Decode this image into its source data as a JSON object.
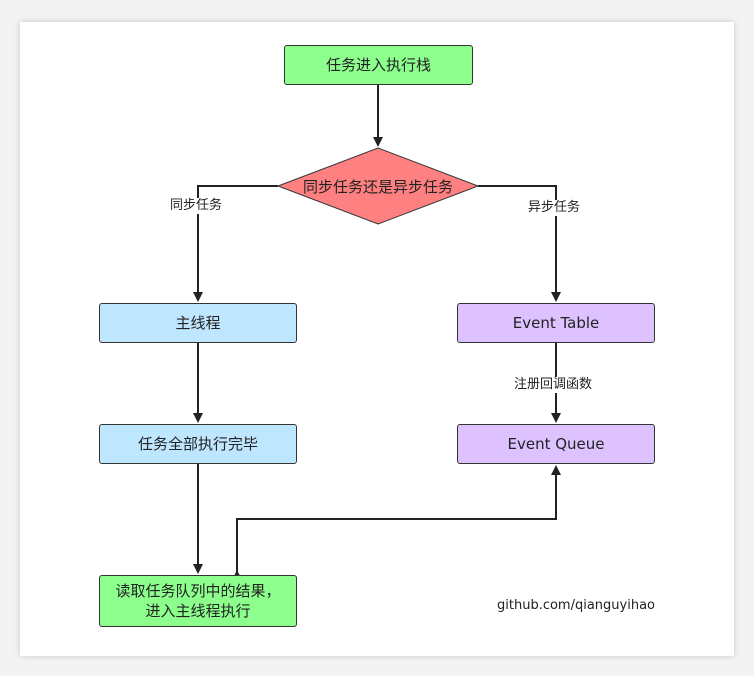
{
  "nodes": {
    "start": "任务进入执行栈",
    "decision": "同步任务还是异步任务",
    "main_thread": "主线程",
    "event_table": "Event Table",
    "all_done": "任务全部执行完毕",
    "event_queue": "Event Queue",
    "read_queue_line1": "读取任务队列中的结果，",
    "read_queue_line2": "进入主线程执行"
  },
  "edge_labels": {
    "sync": "同步任务",
    "async": "异步任务",
    "register_callback": "注册回调函数"
  },
  "watermark": "github.com/qianguyihao",
  "colors": {
    "start_end": "#8cff8c",
    "decision": "#ff8080",
    "sync_path": "#bfe6ff",
    "async_path": "#ddc2ff"
  }
}
